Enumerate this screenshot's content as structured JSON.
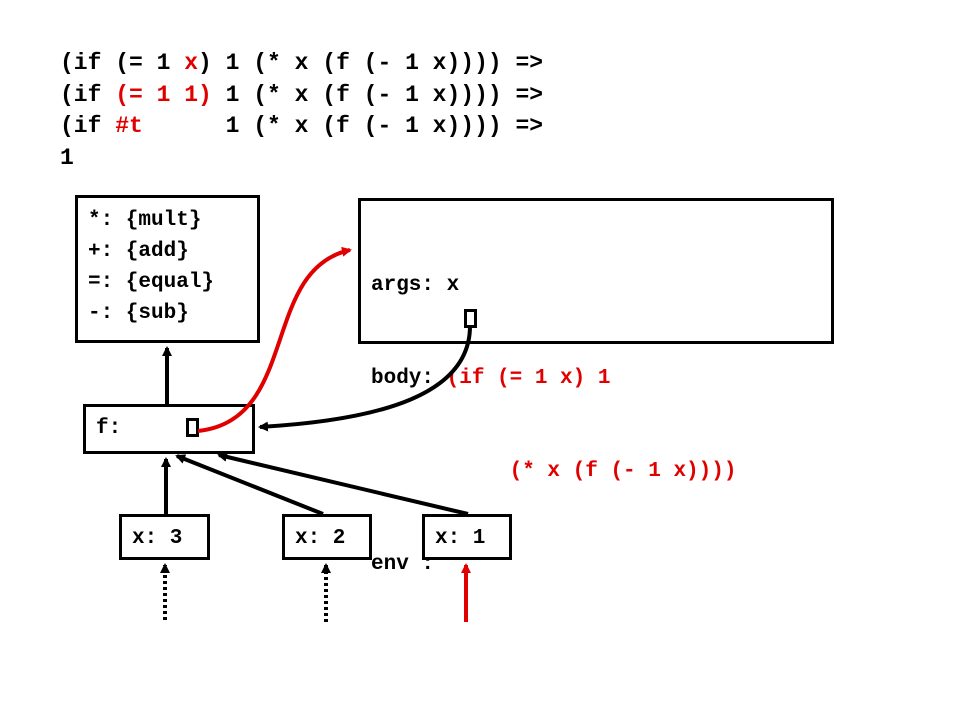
{
  "colors": {
    "black": "#000000",
    "red": "#e00000"
  },
  "evaluation": [
    [
      {
        "t": "(if (= 1 ",
        "c": "black"
      },
      {
        "t": "x",
        "c": "red"
      },
      {
        "t": ") 1 (* x (f (- 1 x)))) =>",
        "c": "black"
      }
    ],
    [
      {
        "t": "(if ",
        "c": "black"
      },
      {
        "t": "(= 1 1)",
        "c": "red"
      },
      {
        "t": " 1 (* x (f (- 1 x)))) =>",
        "c": "black"
      }
    ],
    [
      {
        "t": "(if ",
        "c": "black"
      },
      {
        "t": "#t",
        "c": "red"
      },
      {
        "t": "      1 (* x (f (- 1 x)))) =>",
        "c": "black"
      }
    ],
    [
      {
        "t": "1",
        "c": "black"
      }
    ]
  ],
  "global_frame": [
    "*: {mult}",
    "+: {add}",
    "=: {equal}",
    "-: {sub}"
  ],
  "closure": {
    "args_line": "args: x",
    "body_label": "body: ",
    "body_line1": "(if (= 1 x) 1",
    "body_line2": "(* x (f (- 1 x))))",
    "env_label": "env :"
  },
  "f_frame": {
    "label": "f:"
  },
  "call_frames": [
    "x: 3",
    "x: 2",
    "x: 1"
  ]
}
